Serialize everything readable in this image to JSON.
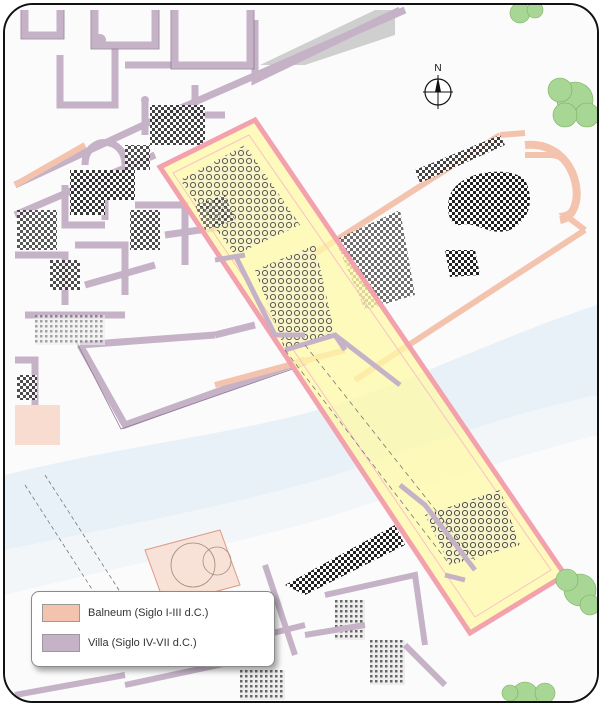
{
  "north_label": "N",
  "legend": {
    "items": [
      {
        "label": "Balneum (Siglo I-III d.C.)",
        "color": "#f4c3ad"
      },
      {
        "label": "Villa (Siglo IV-VII d.C.)",
        "color": "#c5b2c7"
      }
    ]
  },
  "colors": {
    "villa_wall": "#c5b2c7",
    "villa_wall_dark": "#8f7a92",
    "balneum_wall": "#f4c3ad",
    "balneum_wall_dark": "#dd9a85",
    "highlight_fill": "#fff9a6",
    "highlight_border": "#f3a1ad",
    "river": "#e4eef5",
    "vegetation": "#9fd08a"
  }
}
